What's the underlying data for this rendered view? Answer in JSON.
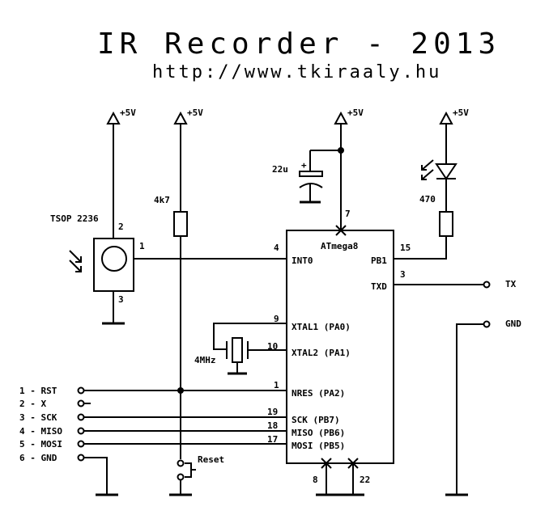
{
  "title": "IR Recorder - 2013",
  "url": "http://www.tkiraaly.hu",
  "vcc_label": "+5V",
  "components": {
    "capacitor": "22u",
    "cap_plus": "+",
    "resistor_pullup": "4k7",
    "resistor_led": "470",
    "ir_receiver": "TSOP 2236",
    "crystal": "4MHz",
    "reset_button": "Reset",
    "mcu": "ATmega8"
  },
  "ir_pins": {
    "vcc": "2",
    "out": "1",
    "gnd": "3"
  },
  "mcu_pins": [
    {
      "num": "4",
      "name": "INT0"
    },
    {
      "num": "9",
      "name": "XTAL1 (PA0)"
    },
    {
      "num": "10",
      "name": "XTAL2 (PA1)"
    },
    {
      "num": "1",
      "name": "NRES (PA2)"
    },
    {
      "num": "19",
      "name": "SCK  (PB7)"
    },
    {
      "num": "18",
      "name": "MISO (PB6)"
    },
    {
      "num": "17",
      "name": "MOSI (PB5)"
    },
    {
      "num": "15",
      "name": "PB1"
    },
    {
      "num": "3",
      "name": "TXD"
    },
    {
      "num": "7",
      "name": ""
    },
    {
      "num": "8",
      "name": ""
    },
    {
      "num": "22",
      "name": ""
    }
  ],
  "connector": [
    "1 - RST",
    "2 - X",
    "3 - SCK",
    "4 - MISO",
    "5 - MOSI",
    "6 - GND"
  ],
  "outputs": {
    "tx": "TX",
    "gnd": "GND"
  }
}
